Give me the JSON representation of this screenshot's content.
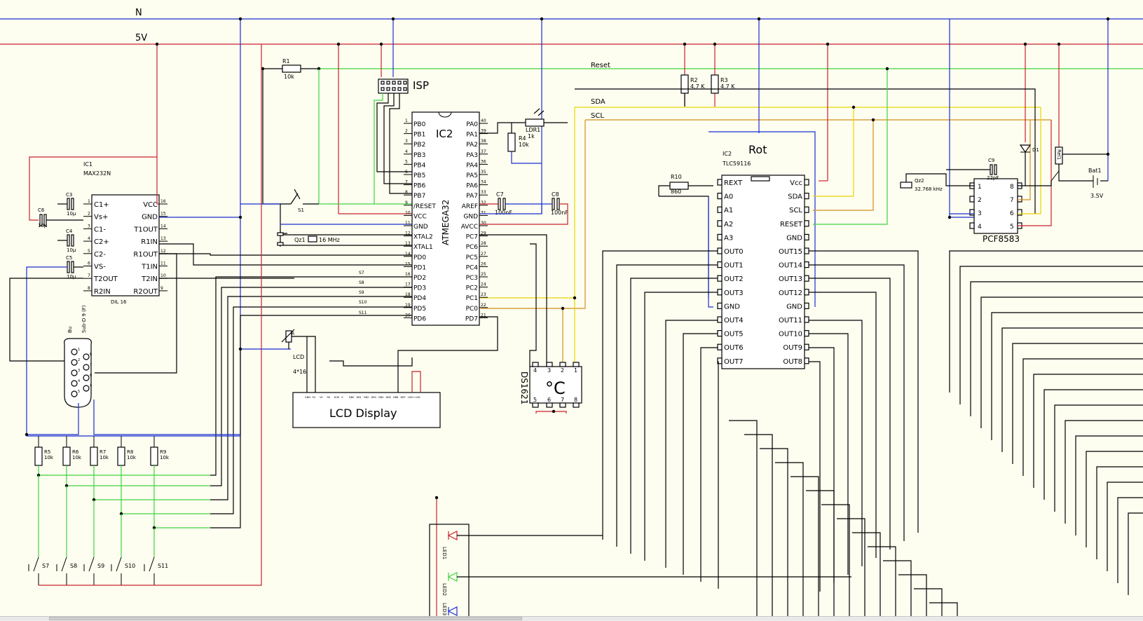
{
  "rails": {
    "n": "N",
    "v5": "5V"
  },
  "nets": {
    "reset": "Reset",
    "sda": "SDA",
    "scl": "SCL"
  },
  "isp": "ISP",
  "r1": {
    "ref": "R1",
    "val": "10k"
  },
  "r2": {
    "ref": "R2",
    "val": "4,7 K"
  },
  "r3": {
    "ref": "R3",
    "val": "4,7 K"
  },
  "r4": {
    "ref": "R4",
    "val": "10k"
  },
  "r10": {
    "ref": "R10",
    "val": "860"
  },
  "ldr": {
    "ref": "LDR1",
    "val": "1k"
  },
  "s1": "S1",
  "qz1": {
    "ref": "Qz1",
    "val": "16 MHz"
  },
  "qz2": {
    "ref": "Qz2",
    "val": "32.768 kHz"
  },
  "c7": {
    "ref": "C7",
    "val": "100nF"
  },
  "c8": {
    "ref": "C8",
    "val": "100nF"
  },
  "c9": {
    "ref": "C9",
    "val": "22pF"
  },
  "d1": "D1",
  "rel": "Rel1",
  "bat": {
    "ref": "Bat1",
    "val": "3.5V"
  },
  "max232": {
    "ref": "IC1",
    "type": "MAX232N",
    "pkg": "DIL 16",
    "left": [
      "C1+",
      "Vs+",
      "C1-",
      "C2+",
      "C2-",
      "VS-",
      "T2OUT",
      "R2IN"
    ],
    "left_nums": [
      "1",
      "2",
      "3",
      "4",
      "5",
      "6",
      "7",
      "8"
    ],
    "right": [
      "VCC",
      "GND",
      "T1OUT",
      "R1IN",
      "R1OUT",
      "T1IN",
      "T2IN",
      "R2OUT"
    ],
    "right_nums": [
      "16",
      "15",
      "14",
      "13",
      "12",
      "11",
      "10",
      "9"
    ]
  },
  "caps_max": [
    {
      "ref": "C6",
      "val": "10µ"
    },
    {
      "ref": "C3",
      "val": "10µ"
    },
    {
      "ref": "C4",
      "val": "10µ"
    },
    {
      "ref": "C5",
      "val": "10µ"
    }
  ],
  "subd": {
    "label": "Sub-D 9 (F)",
    "ref": "Bu",
    "pins": [
      "1",
      "2",
      "3",
      "4",
      "5",
      "6",
      "7",
      "8",
      "9"
    ]
  },
  "atmega": {
    "ref": "IC2",
    "type": "ATMEGA32",
    "left": [
      "PB0",
      "PB1",
      "PB2",
      "PB3",
      "PB4",
      "PB5",
      "PB6",
      "PB7",
      "/RESET",
      "VCC",
      "GND",
      "XTAL2",
      "XTAL1",
      "PD0",
      "PD1",
      "PD2",
      "PD3",
      "PD4",
      "PD5",
      "PD6"
    ],
    "left_nums": [
      "1",
      "2",
      "3",
      "4",
      "5",
      "6",
      "7",
      "8",
      "9",
      "10",
      "11",
      "12",
      "13",
      "14",
      "15",
      "16",
      "17",
      "18",
      "19",
      "20"
    ],
    "right": [
      "PA0",
      "PA1",
      "PA2",
      "PA3",
      "PA4",
      "PA5",
      "PA6",
      "PA7",
      "AREF",
      "GND",
      "AVCC",
      "PC7",
      "PC6",
      "PC5",
      "PC4",
      "PC3",
      "PC2",
      "PC1",
      "PC0",
      "PD7"
    ],
    "right_nums": [
      "40",
      "39",
      "38",
      "37",
      "36",
      "35",
      "34",
      "33",
      "32",
      "31",
      "30",
      "29",
      "28",
      "27",
      "26",
      "25",
      "24",
      "23",
      "22",
      "21"
    ]
  },
  "switch_nets": [
    "S7",
    "S8",
    "S9",
    "S10",
    "S11"
  ],
  "lcd": {
    "ref": "LCD",
    "size": "4*16",
    "title": "LCD Display",
    "pot": "R",
    "pins": [
      "GND",
      "5V",
      "V0",
      "RS",
      "R/W",
      "E",
      "DB0",
      "DB1",
      "DB2",
      "DB3",
      "DB4",
      "DB5",
      "DB6",
      "DB7",
      "LED+",
      "LED-"
    ]
  },
  "ds1621": {
    "ref": "DS1621",
    "symbol": "°C",
    "top": [
      "4",
      "3",
      "2",
      "1"
    ],
    "bottom": [
      "5",
      "6",
      "7",
      "8"
    ]
  },
  "pullups": [
    {
      "ref": "R5",
      "val": "10k"
    },
    {
      "ref": "R6",
      "val": "10k"
    },
    {
      "ref": "R7",
      "val": "10k"
    },
    {
      "ref": "R8",
      "val": "10k"
    },
    {
      "ref": "R9",
      "val": "10k"
    }
  ],
  "switches": [
    "S7",
    "S8",
    "S9",
    "S10",
    "S11"
  ],
  "leds": [
    "LED1",
    "LED2",
    "LED3"
  ],
  "tlc": {
    "title": "Rot",
    "ref": "IC2",
    "type": "TLC59116",
    "left": [
      "REXT",
      "A0",
      "A1",
      "A2",
      "A3",
      "OUT0",
      "OUT1",
      "OUT2",
      "OUT3",
      "GND",
      "OUT4",
      "OUT5",
      "OUT6",
      "OUT7"
    ],
    "right": [
      "Vcc",
      "SDA",
      "SCL",
      "RESET",
      "GND",
      "OUT15",
      "OUT14",
      "OUT13",
      "OUT12",
      "GND",
      "OUT11",
      "OUT10",
      "OUT9",
      "OUT8"
    ]
  },
  "pcf": {
    "type": "PCF8583",
    "left_nums": [
      "1",
      "2",
      "3",
      "4"
    ],
    "right_nums": [
      "8",
      "7",
      "6",
      "5"
    ]
  },
  "colors": {
    "wire": "#000000",
    "blue": "#1b2fd0",
    "red": "#c8232c",
    "green": "#3fd43f",
    "yellow": "#e8d600",
    "orange": "#d38f1a",
    "background": "#fdfdf0"
  }
}
